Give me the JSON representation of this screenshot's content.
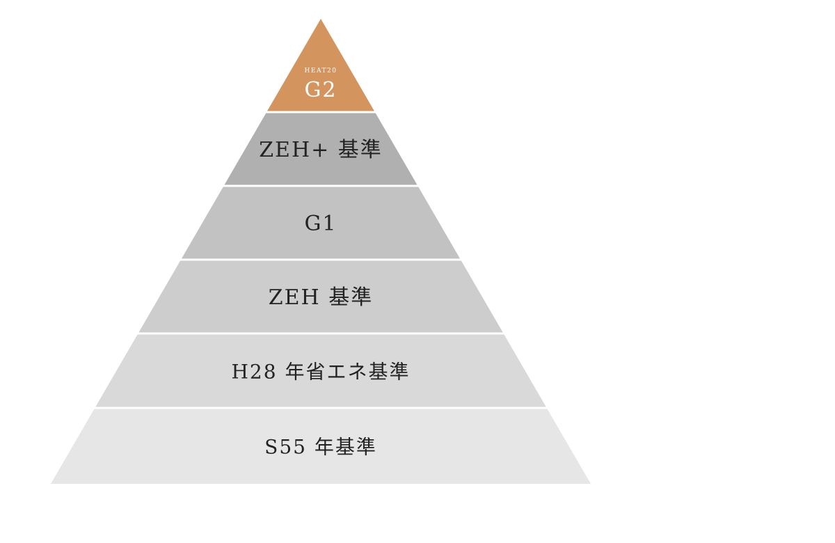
{
  "diagram": {
    "tiers": [
      {
        "label": "G2",
        "caption": "HEAT20",
        "color": "#d4945e",
        "text_color": "light"
      },
      {
        "label": "ZEH+ 基準",
        "color": "#b0b0b0",
        "text_color": "dark"
      },
      {
        "label": "G1",
        "color": "#c2c2c2",
        "text_color": "dark"
      },
      {
        "label": "ZEH 基準",
        "color": "#cdcdcd",
        "text_color": "dark"
      },
      {
        "label": "H28 年省エネ基準",
        "color": "#d9d9d9",
        "text_color": "dark"
      },
      {
        "label": "S55 年基準",
        "color": "#e6e6e6",
        "text_color": "dark"
      }
    ]
  }
}
